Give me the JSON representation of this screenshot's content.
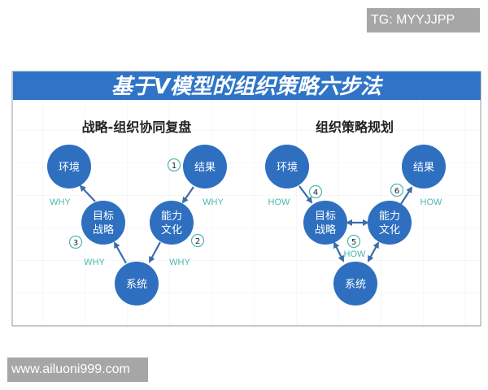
{
  "banner": {
    "title": "基于V模型的组织策略六步法",
    "color": "#2f74c7"
  },
  "left_diagram": {
    "title": "战略-组织协同复盘",
    "nodes": {
      "env": "环境",
      "result": "结果",
      "goal_l1": "目标",
      "goal_l2": "战略",
      "cap_l1": "能力",
      "cap_l2": "文化",
      "system": "系统"
    },
    "steps": [
      "1",
      "2",
      "3"
    ],
    "labels": [
      "WHY",
      "WHY",
      "WHY",
      "WHY"
    ]
  },
  "right_diagram": {
    "title": "组织策略规划",
    "nodes": {
      "env": "环境",
      "result": "结果",
      "goal_l1": "目标",
      "goal_l2": "战略",
      "cap_l1": "能力",
      "cap_l2": "文化",
      "system": "系统"
    },
    "steps": [
      "4",
      "5",
      "6"
    ],
    "labels": [
      "HOW",
      "HOW",
      "HOW"
    ]
  },
  "colors": {
    "node": "#2e6fc0",
    "label": "#4db6b0",
    "arrow": "#3a6ea8"
  },
  "watermarks": {
    "top_right": "TG: MYYJJPP",
    "bottom_left": "www.ailuoni999.com"
  }
}
